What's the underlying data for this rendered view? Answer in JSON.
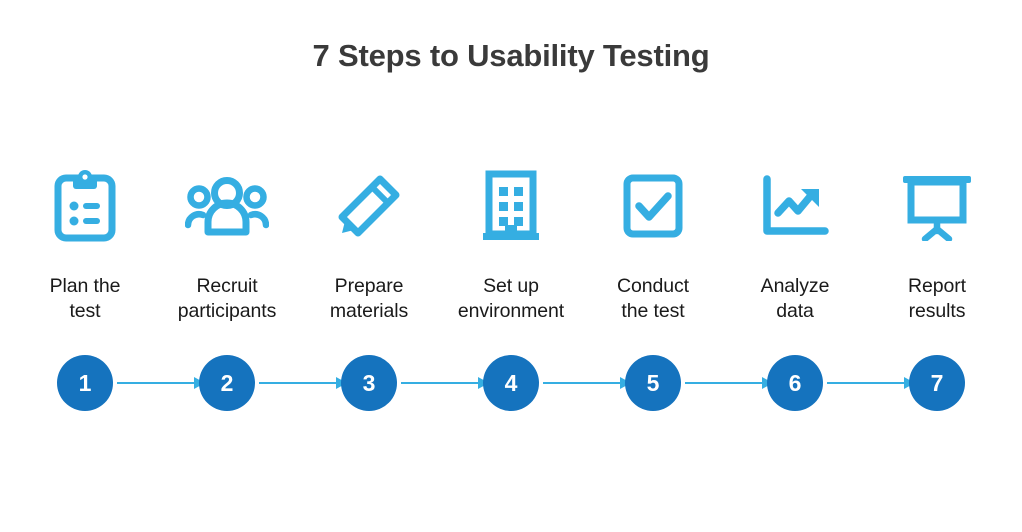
{
  "title": "7 Steps to Usability Testing",
  "colors": {
    "icon_blue": "#35aee2",
    "circle_blue": "#1573be",
    "arrow_blue": "#35aee2",
    "title_color": "#3a3a3a",
    "label_color": "#1a1a1a",
    "background": "#ffffff"
  },
  "steps": [
    {
      "number": "1",
      "label": "Plan the\ntest",
      "icon": "clipboard-checklist-icon"
    },
    {
      "number": "2",
      "label": "Recruit\nparticipants",
      "icon": "people-group-icon"
    },
    {
      "number": "3",
      "label": "Prepare\nmaterials",
      "icon": "pencil-icon"
    },
    {
      "number": "4",
      "label": "Set up\nenvironment",
      "icon": "office-building-icon"
    },
    {
      "number": "5",
      "label": "Conduct\nthe test",
      "icon": "checkbox-check-icon"
    },
    {
      "number": "6",
      "label": "Analyze\ndata",
      "icon": "line-chart-up-icon"
    },
    {
      "number": "7",
      "label": "Report\nresults",
      "icon": "presentation-board-icon"
    }
  ]
}
